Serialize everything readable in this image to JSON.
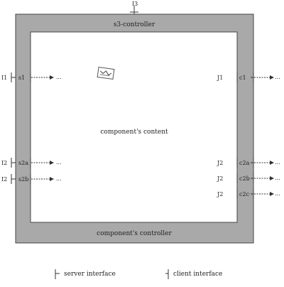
{
  "diagram": {
    "top_interface_label": "I3",
    "controller_title": "s3-controller",
    "content_label": "component's content",
    "controller_bottom_label": "component's controller",
    "dots": "...",
    "server_interfaces": [
      {
        "outer": "I1",
        "name": "s1"
      },
      {
        "outer": "I2",
        "name": "s2a"
      },
      {
        "outer": "I2",
        "name": "s2b"
      }
    ],
    "client_interfaces": [
      {
        "outer": "J1",
        "name": "c1"
      },
      {
        "outer": "J2",
        "name": "c2a"
      },
      {
        "outer": "J2",
        "name": "c2b"
      },
      {
        "outer": "J2",
        "name": "c2c"
      }
    ]
  },
  "legend": {
    "server_label": "server interface",
    "client_label": "client interface"
  },
  "colors": {
    "controller_fill": "#a9a9a9",
    "content_fill": "#ffffff",
    "border": "#444444"
  }
}
